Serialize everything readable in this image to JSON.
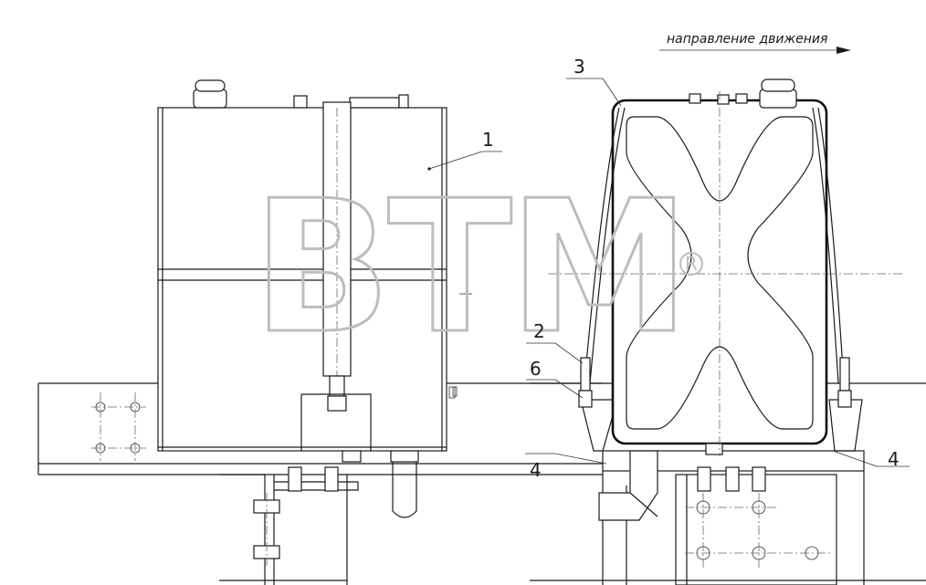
{
  "direction_label": "направление движения",
  "callouts": {
    "c1": "1",
    "c2": "2",
    "c3": "3",
    "c4_left": "4",
    "c4_right": "4",
    "c6": "6"
  },
  "watermark": {
    "text": "BTM",
    "registered_mark": "R"
  },
  "colors": {
    "line": "#1a1a1a",
    "watermark": "#bdbdbd",
    "background": "#ffffff"
  }
}
